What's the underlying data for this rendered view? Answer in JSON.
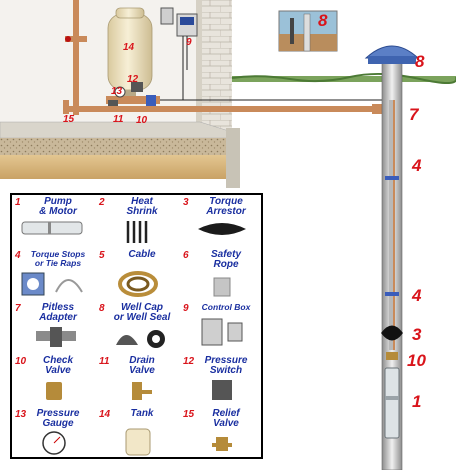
{
  "diagram_labels": {
    "pipe_tag_14": "14",
    "pipe_tag_12": "12",
    "pipe_tag_13": "13",
    "pipe_tag_9": "9",
    "pipe_tag_15": "15",
    "pipe_tag_11": "11",
    "pipe_tag_10": "10",
    "inset_tag_8": "8",
    "well_tag_8": "8",
    "well_tag_7": "7",
    "well_tag_4a": "4",
    "well_tag_4b": "4",
    "well_tag_3": "3",
    "well_tag_10": "10",
    "well_tag_1": "1"
  },
  "legend": {
    "items": [
      {
        "num": "1",
        "label": "Pump\n& Motor"
      },
      {
        "num": "2",
        "label": "Heat\nShrink"
      },
      {
        "num": "3",
        "label": "Torque\nArrestor"
      },
      {
        "num": "4",
        "label": "Torque Stops\nor Tie Raps"
      },
      {
        "num": "5",
        "label": "Cable"
      },
      {
        "num": "6",
        "label": "Safety\nRope"
      },
      {
        "num": "7",
        "label": "Pitless\nAdapter"
      },
      {
        "num": "8",
        "label": "Well Cap\nor Well Seal"
      },
      {
        "num": "9",
        "label": "Control Box"
      },
      {
        "num": "10",
        "label": "Check\nValve"
      },
      {
        "num": "11",
        "label": "Drain\nValve"
      },
      {
        "num": "12",
        "label": "Pressure\nSwitch"
      },
      {
        "num": "13",
        "label": "Pressure\nGauge"
      },
      {
        "num": "14",
        "label": "Tank"
      },
      {
        "num": "15",
        "label": "Relief\nValve"
      }
    ]
  },
  "colors": {
    "label_red": "#d9141b",
    "label_blue": "#1a2fa0",
    "pipe_copper": "#c98a5a",
    "tank": "#f2e7c8"
  }
}
